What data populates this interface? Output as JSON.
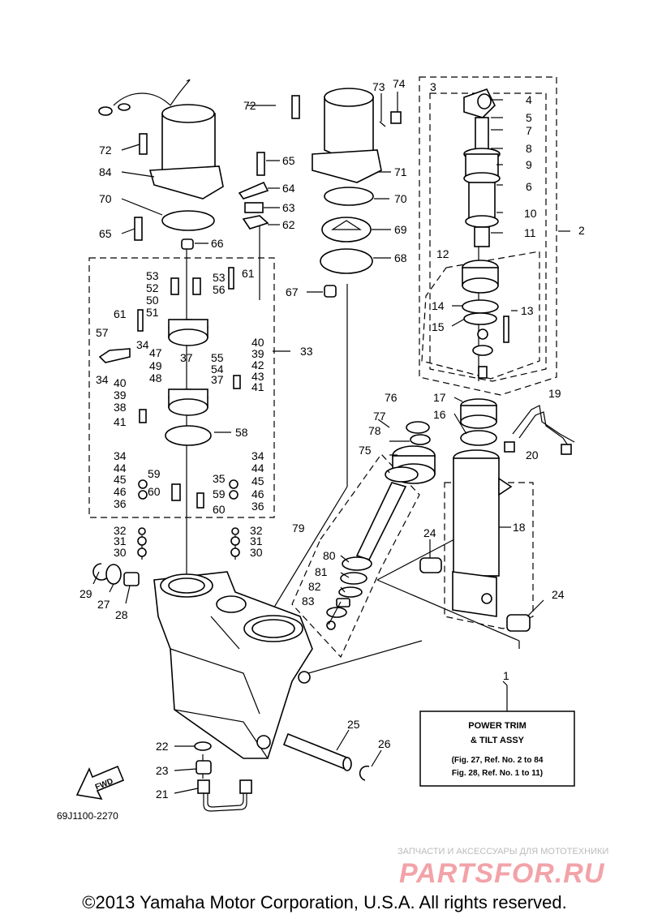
{
  "diagram": {
    "callouts": [
      {
        "id": "c2",
        "text": "2"
      },
      {
        "id": "c3",
        "text": "3"
      },
      {
        "id": "c4",
        "text": "4"
      },
      {
        "id": "c5",
        "text": "5"
      },
      {
        "id": "c7",
        "text": "7"
      },
      {
        "id": "c8",
        "text": "8"
      },
      {
        "id": "c9",
        "text": "9"
      },
      {
        "id": "c6",
        "text": "6"
      },
      {
        "id": "c10",
        "text": "10"
      },
      {
        "id": "c11",
        "text": "11"
      },
      {
        "id": "c12",
        "text": "12"
      },
      {
        "id": "c13",
        "text": "13"
      },
      {
        "id": "c14",
        "text": "14"
      },
      {
        "id": "c15",
        "text": "15"
      },
      {
        "id": "c17",
        "text": "17"
      },
      {
        "id": "c16",
        "text": "16"
      },
      {
        "id": "c19",
        "text": "19"
      },
      {
        "id": "c20",
        "text": "20"
      },
      {
        "id": "c18",
        "text": "18"
      },
      {
        "id": "c24a",
        "text": "24"
      },
      {
        "id": "c24b",
        "text": "24"
      },
      {
        "id": "c1",
        "text": "1"
      },
      {
        "id": "c25",
        "text": "25"
      },
      {
        "id": "c26",
        "text": "26"
      },
      {
        "id": "c22",
        "text": "22"
      },
      {
        "id": "c23",
        "text": "23"
      },
      {
        "id": "c21",
        "text": "21"
      },
      {
        "id": "c29",
        "text": "29"
      },
      {
        "id": "c27",
        "text": "27"
      },
      {
        "id": "c28",
        "text": "28"
      },
      {
        "id": "c32a",
        "text": "32"
      },
      {
        "id": "c31a",
        "text": "31"
      },
      {
        "id": "c30a",
        "text": "30"
      },
      {
        "id": "c32b",
        "text": "32"
      },
      {
        "id": "c31b",
        "text": "31"
      },
      {
        "id": "c30b",
        "text": "30"
      },
      {
        "id": "c72a",
        "text": "72"
      },
      {
        "id": "c84",
        "text": "84"
      },
      {
        "id": "c70a",
        "text": "70"
      },
      {
        "id": "c65a",
        "text": "65"
      },
      {
        "id": "c66",
        "text": "66"
      },
      {
        "id": "c65b",
        "text": "65"
      },
      {
        "id": "c64",
        "text": "64"
      },
      {
        "id": "c63",
        "text": "63"
      },
      {
        "id": "c62",
        "text": "62"
      },
      {
        "id": "c72b",
        "text": "72"
      },
      {
        "id": "c73",
        "text": "73"
      },
      {
        "id": "c74",
        "text": "74"
      },
      {
        "id": "c71",
        "text": "71"
      },
      {
        "id": "c70b",
        "text": "70"
      },
      {
        "id": "c69",
        "text": "69"
      },
      {
        "id": "c68",
        "text": "68"
      },
      {
        "id": "c67",
        "text": "67"
      },
      {
        "id": "c53a",
        "text": "53"
      },
      {
        "id": "c52",
        "text": "52"
      },
      {
        "id": "c50",
        "text": "50"
      },
      {
        "id": "c51",
        "text": "51"
      },
      {
        "id": "c61a",
        "text": "61"
      },
      {
        "id": "c57",
        "text": "57"
      },
      {
        "id": "c34a",
        "text": "34"
      },
      {
        "id": "c53b",
        "text": "53"
      },
      {
        "id": "c56",
        "text": "56"
      },
      {
        "id": "c61b",
        "text": "61"
      },
      {
        "id": "c40a",
        "text": "40"
      },
      {
        "id": "c39a",
        "text": "39"
      },
      {
        "id": "c33",
        "text": "33"
      },
      {
        "id": "c47",
        "text": "47"
      },
      {
        "id": "c37a",
        "text": "37"
      },
      {
        "id": "c55",
        "text": "55"
      },
      {
        "id": "c42",
        "text": "42"
      },
      {
        "id": "c49",
        "text": "49"
      },
      {
        "id": "c54",
        "text": "54"
      },
      {
        "id": "c43",
        "text": "43"
      },
      {
        "id": "c34b",
        "text": "34"
      },
      {
        "id": "c48",
        "text": "48"
      },
      {
        "id": "c37b",
        "text": "37"
      },
      {
        "id": "c41a",
        "text": "41"
      },
      {
        "id": "c40b",
        "text": "40"
      },
      {
        "id": "c39b",
        "text": "39"
      },
      {
        "id": "c38",
        "text": "38"
      },
      {
        "id": "c41b",
        "text": "41"
      },
      {
        "id": "c58",
        "text": "58"
      },
      {
        "id": "c34c",
        "text": "34"
      },
      {
        "id": "c44a",
        "text": "44"
      },
      {
        "id": "c59a",
        "text": "59"
      },
      {
        "id": "c45a",
        "text": "45"
      },
      {
        "id": "c46a",
        "text": "46"
      },
      {
        "id": "c60a",
        "text": "60"
      },
      {
        "id": "c36a",
        "text": "36"
      },
      {
        "id": "c34d",
        "text": "34"
      },
      {
        "id": "c44b",
        "text": "44"
      },
      {
        "id": "c35",
        "text": "35"
      },
      {
        "id": "c45b",
        "text": "45"
      },
      {
        "id": "c59b",
        "text": "59"
      },
      {
        "id": "c46b",
        "text": "46"
      },
      {
        "id": "c60b",
        "text": "60"
      },
      {
        "id": "c36b",
        "text": "36"
      },
      {
        "id": "c76",
        "text": "76"
      },
      {
        "id": "c77",
        "text": "77"
      },
      {
        "id": "c78",
        "text": "78"
      },
      {
        "id": "c75",
        "text": "75"
      },
      {
        "id": "c79",
        "text": "79"
      },
      {
        "id": "c80",
        "text": "80"
      },
      {
        "id": "c81",
        "text": "81"
      },
      {
        "id": "c82",
        "text": "82"
      },
      {
        "id": "c83",
        "text": "83"
      }
    ],
    "info_box": {
      "title_line1": "POWER TRIM",
      "title_line2": "& TILT ASSY",
      "note_line1": "(Fig. 27, Ref. No. 2 to 84",
      "note_line2": "Fig. 28, Ref. No. 1 to 11)"
    },
    "fwd_label": "FWD",
    "diagram_code": "69J1100-2270"
  },
  "watermark": {
    "subtitle": "ЗАПЧАСТИ И АКСЕССУАРЫ ДЛЯ МОТОТЕХНИКИ",
    "brand": "PARTSFOR.RU"
  },
  "copyright": "©2013 Yamaha Motor Corporation, U.S.A. All rights reserved."
}
